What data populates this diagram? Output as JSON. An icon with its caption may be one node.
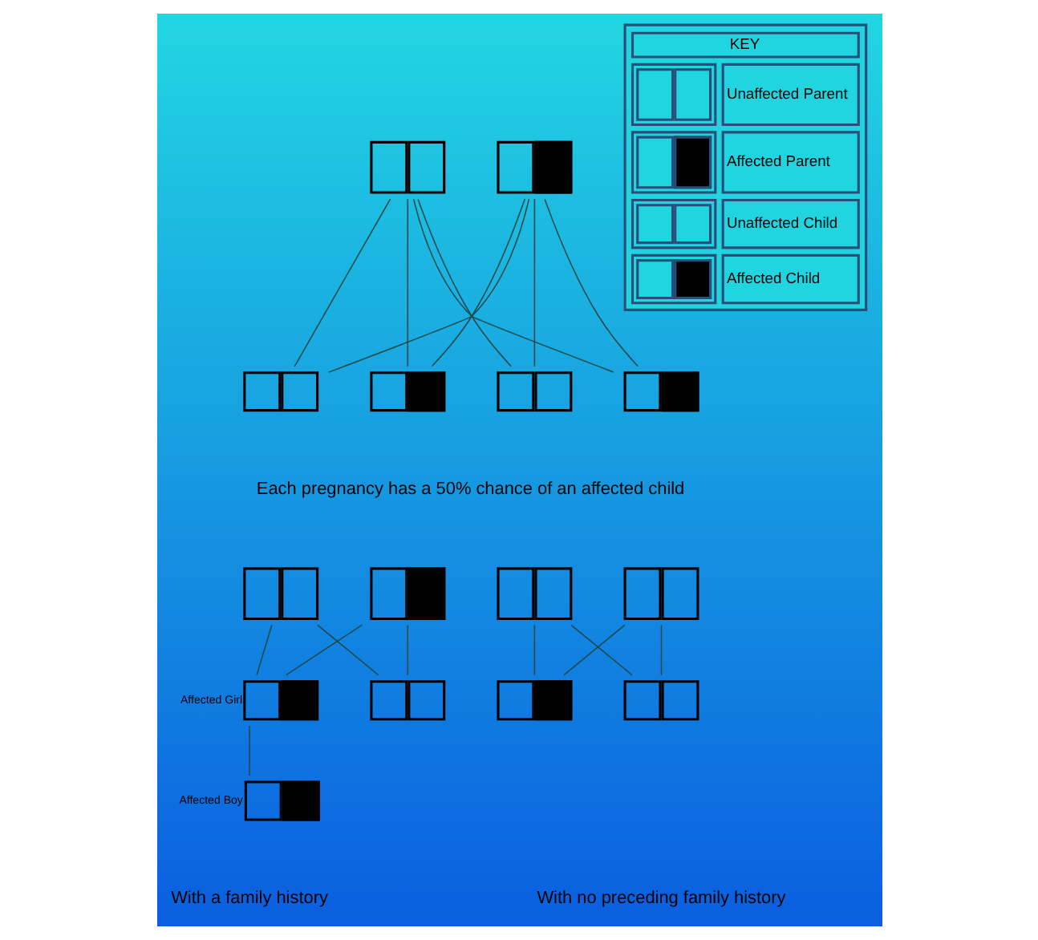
{
  "diagram": {
    "nodes": [
      {
        "text": [],
        "shape": "box"
      },
      {
        "text": [],
        "shape": "box"
      },
      {
        "text": [],
        "shape": "box"
      },
      {
        "text": [],
        "shape": "box"
      },
      {
        "text": [],
        "shape": "box"
      },
      {
        "text": [],
        "shape": "box"
      },
      {
        "text": [],
        "shape": "box"
      },
      {
        "text": [],
        "shape": "box"
      },
      {
        "text": [],
        "shape": "box",
        "beside": [
          "Affected Girl"
        ]
      },
      {
        "text": [],
        "shape": "box"
      },
      {
        "text": [],
        "shape": "box",
        "beside": [
          "Affected Boy"
        ]
      },
      {
        "text": [],
        "shape": "box"
      },
      {
        "text": [],
        "shape": "box"
      },
      {
        "text": [],
        "shape": "box"
      },
      {
        "text": [],
        "shape": "box"
      },
      {
        "text": [
          "KEY"
        ]
      }
    ],
    "edges": [
      {
        "from": 0,
        "to": 2,
        "arrow": "none"
      },
      {
        "from": 0,
        "to": 3,
        "arrow": "none"
      },
      {
        "from": 0,
        "to": 4,
        "arrow": "none"
      },
      {
        "from": 0,
        "to": 5,
        "arrow": "none"
      },
      {
        "from": 1,
        "to": 2,
        "arrow": "none"
      },
      {
        "from": 1,
        "to": 3,
        "arrow": "none"
      },
      {
        "from": 1,
        "to": 4,
        "arrow": "none"
      },
      {
        "from": 1,
        "to": 5,
        "arrow": "none"
      },
      {
        "from": 6,
        "to": 8,
        "arrow": "none"
      },
      {
        "from": 6,
        "to": 9,
        "arrow": "none"
      },
      {
        "from": 7,
        "to": 8,
        "arrow": "none"
      },
      {
        "from": 7,
        "to": 9,
        "arrow": "none"
      },
      {
        "from": 8,
        "to": 10,
        "arrow": "none"
      },
      {
        "from": 11,
        "to": 13,
        "arrow": "none"
      },
      {
        "from": 11,
        "to": 14,
        "arrow": "none"
      },
      {
        "from": 12,
        "to": 13,
        "arrow": "none"
      },
      {
        "from": 12,
        "to": 14,
        "arrow": "none"
      }
    ],
    "labels": [
      "Each pregnancy has a 50% chance of an affected child",
      "With a family history",
      "With no preceding family history"
    ],
    "legend": [
      {
        "text": "Unaffected Parent"
      },
      {
        "text": "Affected Parent"
      },
      {
        "text": "Unaffected Child"
      },
      {
        "text": "Affected Child"
      }
    ]
  }
}
